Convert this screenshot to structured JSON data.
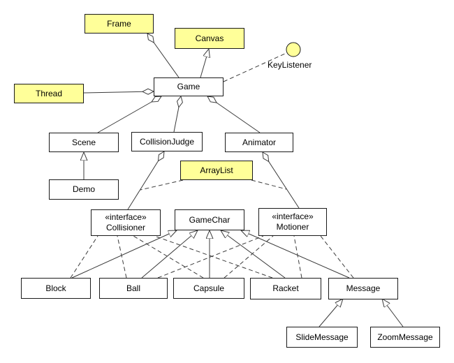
{
  "diagram": {
    "kind": "uml-class-diagram",
    "colors": {
      "highlight_fill": "#ffff99",
      "default_fill": "#ffffff",
      "border": "#1a1a1a",
      "line": "#3a3a3a",
      "background": "#ffffff"
    },
    "nodes": {
      "frame": {
        "label": "Frame",
        "highlighted": true
      },
      "canvas": {
        "label": "Canvas",
        "highlighted": true
      },
      "thread": {
        "label": "Thread",
        "highlighted": true
      },
      "game": {
        "label": "Game",
        "highlighted": false
      },
      "keylistener": {
        "label": "KeyListener",
        "highlighted": true,
        "shape": "lollipop-interface-circle"
      },
      "scene": {
        "label": "Scene",
        "highlighted": false
      },
      "collisionjudge": {
        "label": "CollisionJudge",
        "highlighted": false
      },
      "animator": {
        "label": "Animator",
        "highlighted": false
      },
      "arraylist": {
        "label": "ArrayList",
        "highlighted": true
      },
      "demo": {
        "label": "Demo",
        "highlighted": false
      },
      "collisioner": {
        "stereotype": "«interface»",
        "label": "Collisioner",
        "highlighted": false
      },
      "gamechar": {
        "label": "GameChar",
        "highlighted": false
      },
      "motioner": {
        "stereotype": "«interface»",
        "label": "Motioner",
        "highlighted": false
      },
      "block": {
        "label": "Block",
        "highlighted": false
      },
      "ball": {
        "label": "Ball",
        "highlighted": false
      },
      "capsule": {
        "label": "Capsule",
        "highlighted": false
      },
      "racket": {
        "label": "Racket",
        "highlighted": false
      },
      "message": {
        "label": "Message",
        "highlighted": false
      },
      "slidemessage": {
        "label": "SlideMessage",
        "highlighted": false
      },
      "zoommessage": {
        "label": "ZoomMessage",
        "highlighted": false
      }
    },
    "relationships": [
      {
        "from": "Game",
        "to": "Canvas",
        "type": "generalization"
      },
      {
        "from": "Game",
        "to": "KeyListener",
        "type": "realization-lollipop",
        "style": "dashed"
      },
      {
        "from": "Frame",
        "to": "Game",
        "type": "aggregation",
        "diamond_at": "Frame"
      },
      {
        "from": "Game",
        "to": "Thread",
        "type": "aggregation",
        "diamond_at": "Game"
      },
      {
        "from": "Game",
        "to": "Scene",
        "type": "aggregation",
        "diamond_at": "Game"
      },
      {
        "from": "Game",
        "to": "CollisionJudge",
        "type": "aggregation",
        "diamond_at": "Game"
      },
      {
        "from": "Game",
        "to": "Animator",
        "type": "aggregation",
        "diamond_at": "Game"
      },
      {
        "from": "Demo",
        "to": "Scene",
        "type": "generalization"
      },
      {
        "from": "CollisionJudge",
        "to": "Collisioner",
        "type": "aggregation",
        "diamond_at": "CollisionJudge"
      },
      {
        "from": "Animator",
        "to": "Motioner",
        "type": "aggregation",
        "diamond_at": "Animator"
      },
      {
        "from": "ArrayList",
        "to": "CollisionJudge-Collisioner association",
        "type": "dashed-link"
      },
      {
        "from": "ArrayList",
        "to": "Animator-Motioner association",
        "type": "dashed-link"
      },
      {
        "from": "Block",
        "to": "GameChar",
        "type": "generalization"
      },
      {
        "from": "Ball",
        "to": "GameChar",
        "type": "generalization"
      },
      {
        "from": "Capsule",
        "to": "GameChar",
        "type": "generalization"
      },
      {
        "from": "Racket",
        "to": "GameChar",
        "type": "generalization"
      },
      {
        "from": "Message",
        "to": "GameChar",
        "type": "generalization"
      },
      {
        "from": "Block",
        "to": "Collisioner",
        "type": "realization",
        "style": "dashed"
      },
      {
        "from": "Ball",
        "to": "Collisioner",
        "type": "realization",
        "style": "dashed"
      },
      {
        "from": "Capsule",
        "to": "Collisioner",
        "type": "realization",
        "style": "dashed"
      },
      {
        "from": "Racket",
        "to": "Collisioner",
        "type": "realization",
        "style": "dashed"
      },
      {
        "from": "Ball",
        "to": "Motioner",
        "type": "realization",
        "style": "dashed"
      },
      {
        "from": "Capsule",
        "to": "Motioner",
        "type": "realization",
        "style": "dashed"
      },
      {
        "from": "Racket",
        "to": "Motioner",
        "type": "realization",
        "style": "dashed"
      },
      {
        "from": "Message",
        "to": "Motioner",
        "type": "realization",
        "style": "dashed"
      },
      {
        "from": "SlideMessage",
        "to": "Message",
        "type": "generalization"
      },
      {
        "from": "ZoomMessage",
        "to": "Message",
        "type": "generalization"
      }
    ]
  }
}
